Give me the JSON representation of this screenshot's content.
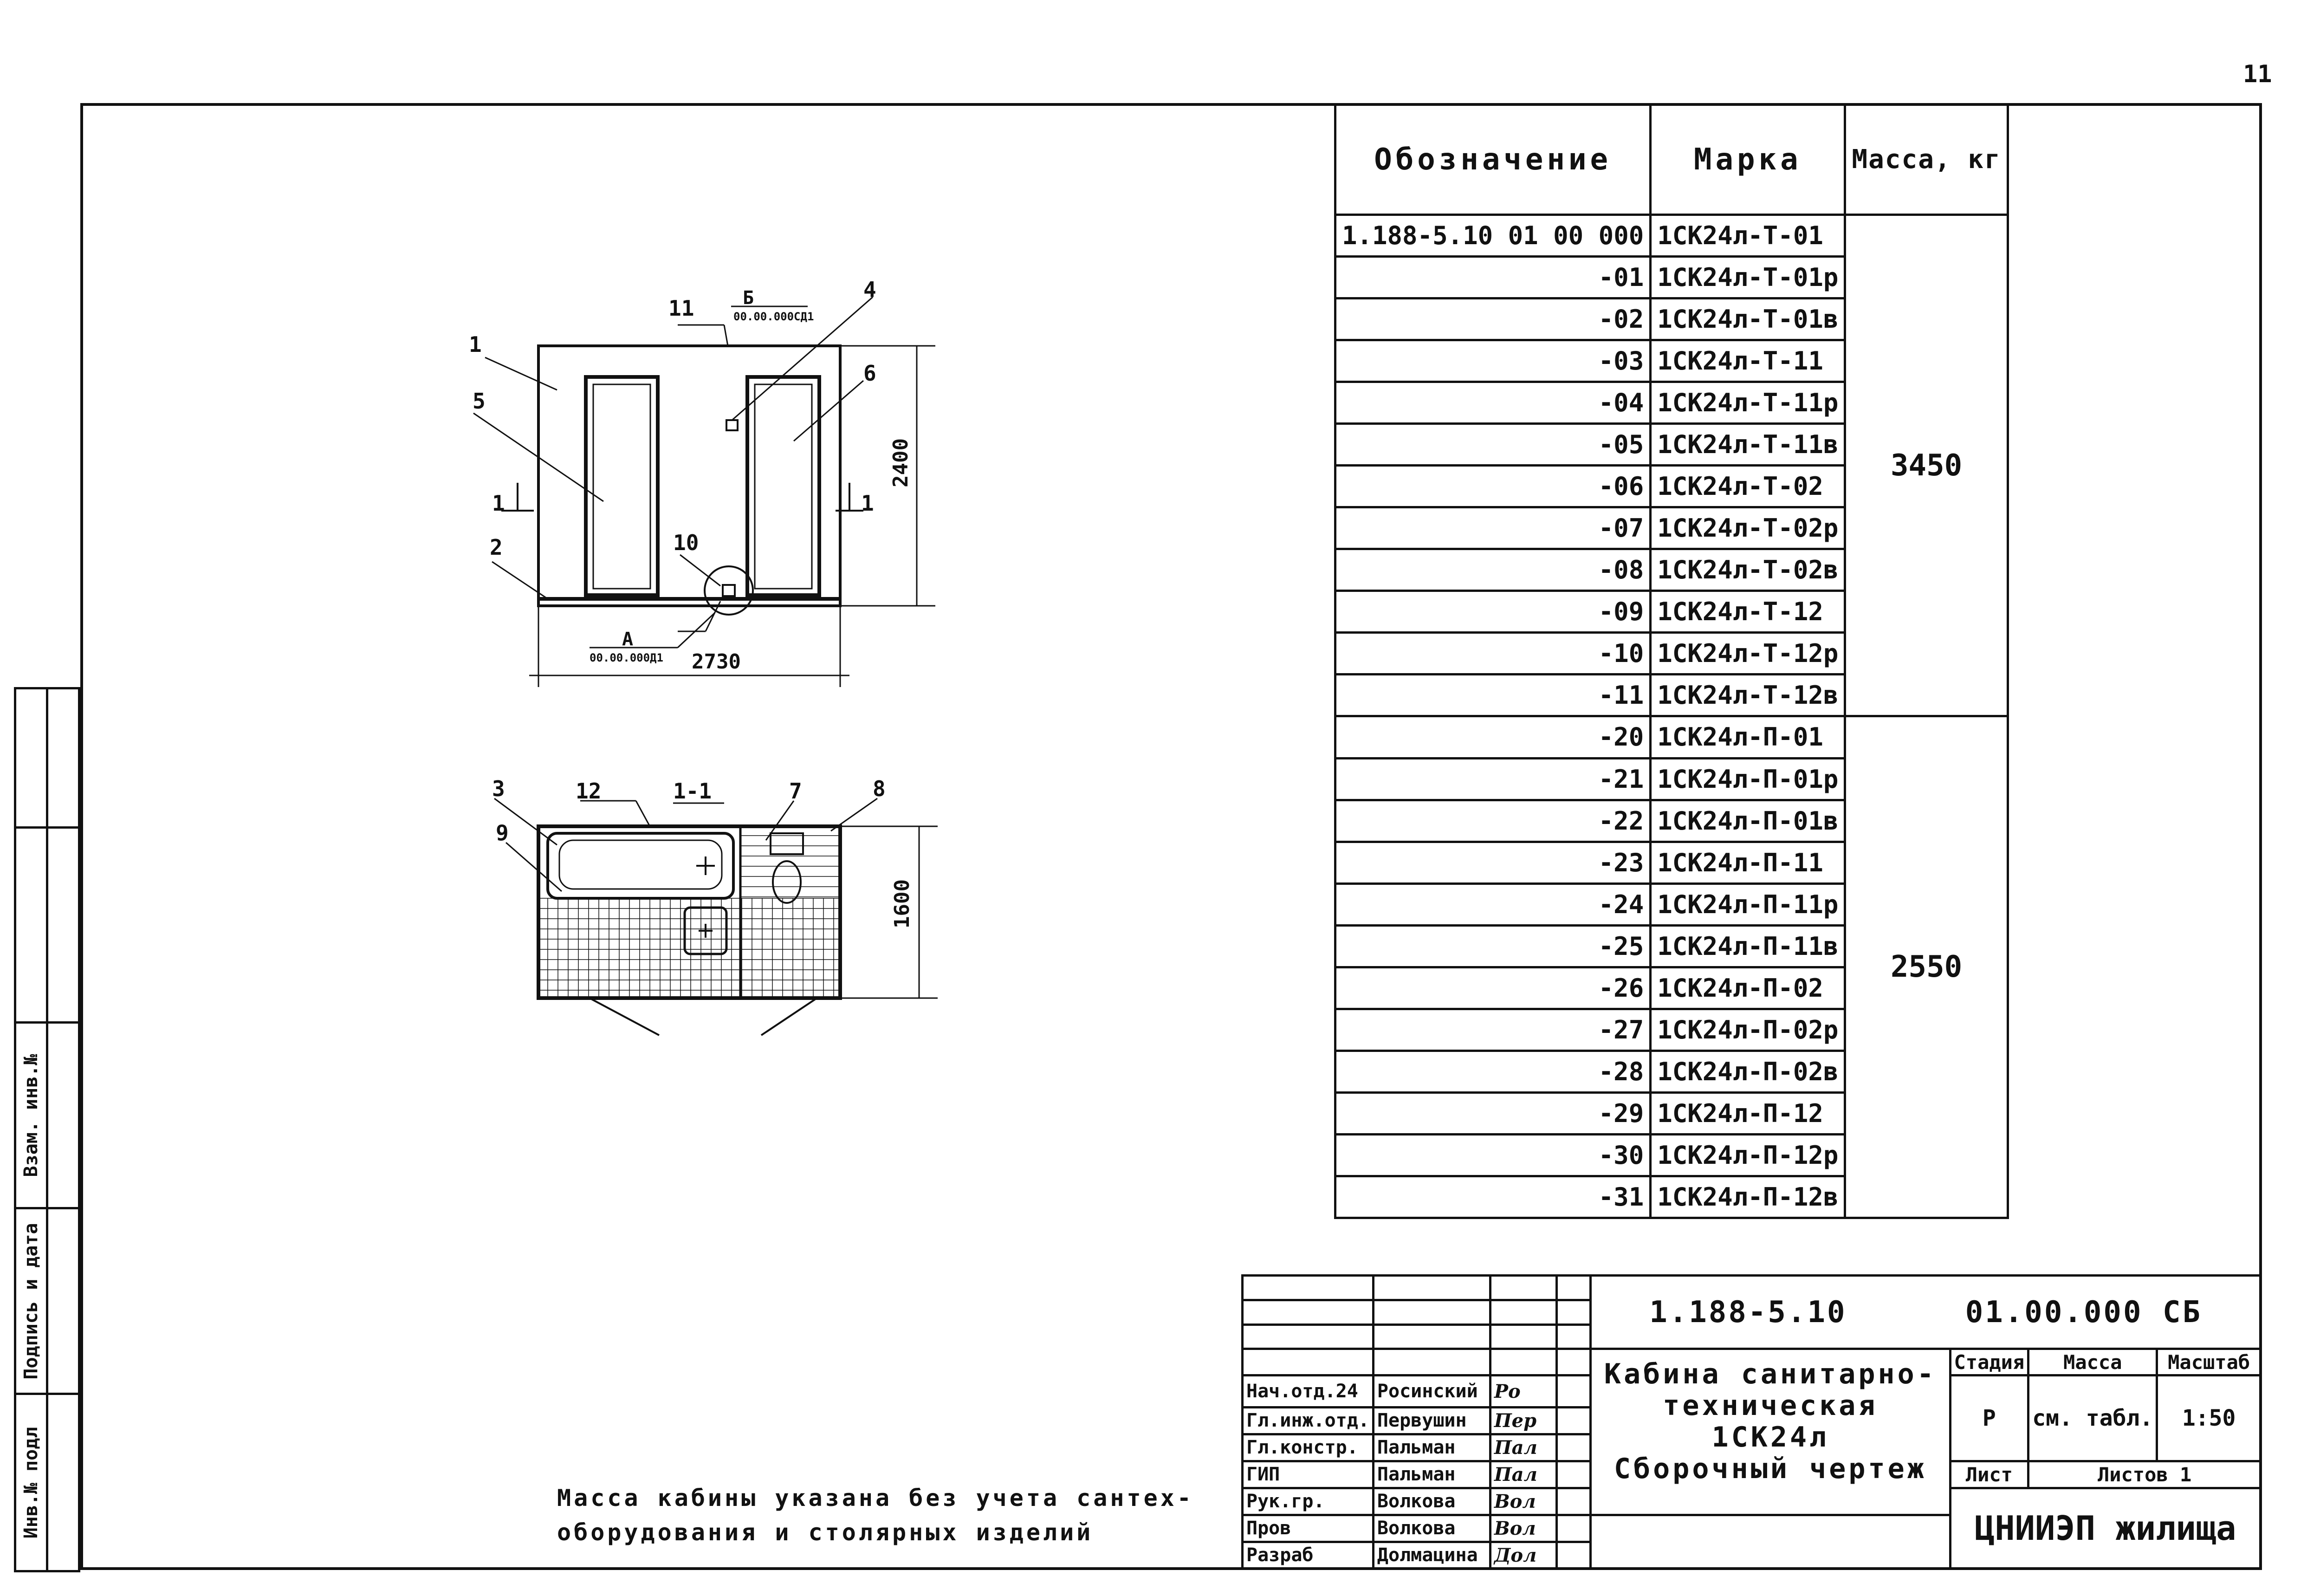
{
  "page_number": "11",
  "spec_table": {
    "headers": {
      "designation": "Обозначение",
      "mark": "Марка",
      "mass": "Масса, кг"
    },
    "rows": [
      {
        "designation": "1.188-5.10     01 00 000",
        "mark": "1СК24л-Т-01"
      },
      {
        "designation": "-01",
        "mark": "1СК24л-Т-01р"
      },
      {
        "designation": "-02",
        "mark": "1СК24л-Т-01в"
      },
      {
        "designation": "-03",
        "mark": "1СК24л-Т-11"
      },
      {
        "designation": "-04",
        "mark": "1СК24л-Т-11р"
      },
      {
        "designation": "-05",
        "mark": "1СК24л-Т-11в"
      },
      {
        "designation": "-06",
        "mark": "1СК24л-Т-02"
      },
      {
        "designation": "-07",
        "mark": "1СК24л-Т-02р"
      },
      {
        "designation": "-08",
        "mark": "1СК24л-Т-02в"
      },
      {
        "designation": "-09",
        "mark": "1СК24л-Т-12"
      },
      {
        "designation": "-10",
        "mark": "1СК24л-Т-12р"
      },
      {
        "designation": "-11",
        "mark": "1СК24л-Т-12в"
      },
      {
        "designation": "-20",
        "mark": "1СК24л-П-01"
      },
      {
        "designation": "-21",
        "mark": "1СК24л-П-01р"
      },
      {
        "designation": "-22",
        "mark": "1СК24л-П-01в"
      },
      {
        "designation": "-23",
        "mark": "1СК24л-П-11"
      },
      {
        "designation": "-24",
        "mark": "1СК24л-П-11р"
      },
      {
        "designation": "-25",
        "mark": "1СК24л-П-11в"
      },
      {
        "designation": "-26",
        "mark": "1СК24л-П-02"
      },
      {
        "designation": "-27",
        "mark": "1СК24л-П-02р"
      },
      {
        "designation": "-28",
        "mark": "1СК24л-П-02в"
      },
      {
        "designation": "-29",
        "mark": "1СК24л-П-12"
      },
      {
        "designation": "-30",
        "mark": "1СК24л-П-12р"
      },
      {
        "designation": "-31",
        "mark": "1СК24л-П-12в"
      }
    ],
    "mass_groups": [
      {
        "value": "3450",
        "rows": 12
      },
      {
        "value": "2550",
        "rows": 12
      }
    ]
  },
  "drawing": {
    "elevation": {
      "width_dim": "2730",
      "height_dim": "2400",
      "callouts": [
        "1",
        "2",
        "4",
        "5",
        "6",
        "10",
        "11"
      ],
      "ref_b_label": "Б",
      "ref_b_code": "00.00.000СД1",
      "ref_a_label": "А",
      "ref_a_code": "00.00.000Д1",
      "section_mark": "1"
    },
    "plan": {
      "title": "1-1",
      "height_dim": "1600",
      "callouts": [
        "3",
        "7",
        "8",
        "9",
        "12"
      ]
    }
  },
  "note": {
    "line1": "Масса кабины указана без учета сантех-",
    "line2": "оборудования и столярных изделий"
  },
  "title_block": {
    "doc_code": "1.188-5.10",
    "doc_number": "01.00.000 СБ",
    "title_lines": [
      "Кабина санитарно-",
      "техническая",
      "1СК24л",
      "Сборочный чертеж"
    ],
    "stage_label": "Стадия",
    "mass_label": "Масса",
    "scale_label": "Масштаб",
    "stage": "Р",
    "mass": "см. табл.",
    "scale": "1:50",
    "sheet_label": "Лист",
    "sheets_label": "Листов 1",
    "organization": "ЦНИИЭП жилища",
    "personnel": [
      {
        "role": "Нач.отд.24",
        "name": "Росинский",
        "sign": "Ро"
      },
      {
        "role": "Гл.инж.отд.",
        "name": "Первушин",
        "sign": "Пер"
      },
      {
        "role": "Гл.констр.",
        "name": "Пальман",
        "sign": "Пал"
      },
      {
        "role": "ГИП",
        "name": "Пальман",
        "sign": "Пал"
      },
      {
        "role": "Рук.гр.",
        "name": "Волкова",
        "sign": "Вол"
      },
      {
        "role": "Пров",
        "name": "Волкова",
        "sign": "Вол"
      },
      {
        "role": "Разраб",
        "name": "Долмацина",
        "sign": "Дол"
      }
    ]
  },
  "left_strip": {
    "labels": [
      "Инв.№ подл",
      "Подпись и дата",
      "Взам. инв.№"
    ]
  }
}
